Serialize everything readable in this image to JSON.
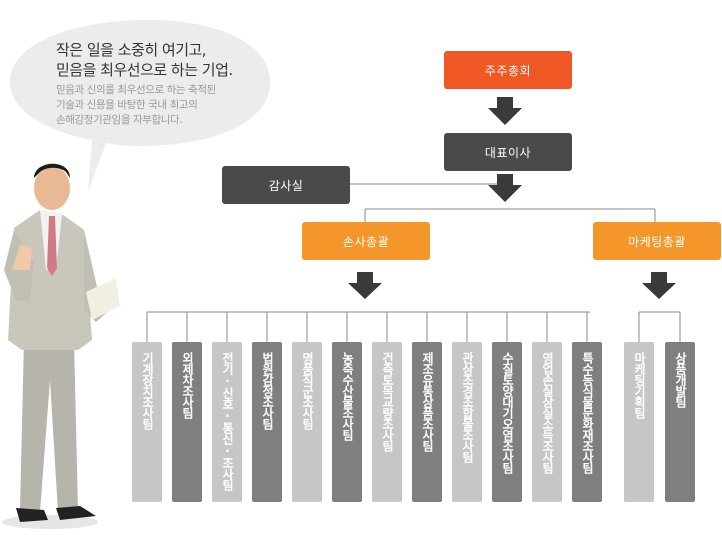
{
  "bubble": {
    "headline_1": "작은 일을 소중히 여기고,",
    "headline_2": "믿음을 최우선으로 하는 기업.",
    "sub_1": "믿음과 신의를 최우선으로 하는 축적된",
    "sub_2": "기술과 신용을 바탕한 국내 최고의",
    "sub_3": "손해감정기관임을 자부합니다."
  },
  "org": {
    "shareholders": "주주총회",
    "ceo": "대표이사",
    "audit": "감사실",
    "claims_division": "손사총괄",
    "marketing_division": "마케팅총괄",
    "claims_teams": [
      "기계장치조사팀",
      "외제차조사팀",
      "전기·신호·통신·조사팀",
      "법원감정조사팀",
      "명품직군조사팀",
      "농축수산물조사팀",
      "건축토목교량조사팀",
      "제조유통상품조사팀",
      "관상조경조합물조사팀",
      "수질토양대기오염조사팀",
      "영업손실상실소득조사팀",
      "특수동식물문화재조사팀"
    ],
    "marketing_teams": [
      "마케팅기획팀",
      "상품개발팀"
    ]
  },
  "colors": {
    "top": "#ef5724",
    "dark": "#4a4a4a",
    "division": "#f5962a",
    "team_light": "#c6c6c6",
    "team_mid": "#7f7f7f"
  }
}
